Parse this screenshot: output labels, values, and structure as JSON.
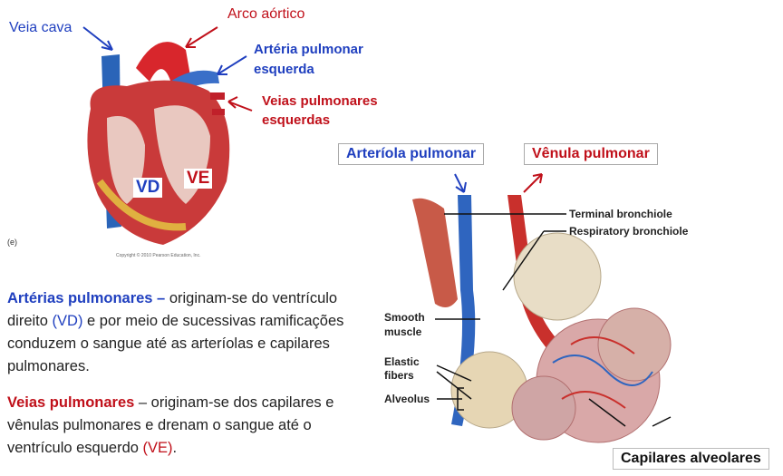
{
  "heart": {
    "labels": {
      "veia_cava": "Veia cava",
      "arco_aortico": "Arco aórtico",
      "arteria_pulmonar_1": "Artéria pulmonar",
      "arteria_pulmonar_2": "esquerda",
      "veias_pulmonares_1": "Veias pulmonares",
      "veias_pulmonares_2": "esquerdas",
      "vd": "VD",
      "ve": "VE",
      "panel_letter": "(e)",
      "copyright": "Copyright © 2010 Pearson Education, Inc."
    }
  },
  "lung": {
    "arteriola": "Arteríola pulmonar",
    "venula": "Vênula pulmonar",
    "terminal_bronchiole": "Terminal bronchiole",
    "respiratory_bronchiole": "Respiratory  bronchiole",
    "smooth_muscle_1": "Smooth",
    "smooth_muscle_2": "muscle",
    "elastic_fibers_1": "Elastic",
    "elastic_fibers_2": "fibers",
    "alveolus": "Alveolus",
    "capilares": "Capilares alveolares"
  },
  "text": {
    "p1_head": "Artérias pulmonares – ",
    "p1_a": "originam-se do ventrículo direito ",
    "p1_vd": "(VD)",
    "p1_b": " e por meio de sucessivas ramificações conduzem o sangue até as arteríolas e capilares pulmonares.",
    "p2_head": "Veias pulmonares",
    "p2_a": " – originam-se dos capilares e vênulas pulmonares e drenam o sangue até o ventrículo esquerdo ",
    "p2_ve": "(VE)",
    "p2_b": "."
  }
}
